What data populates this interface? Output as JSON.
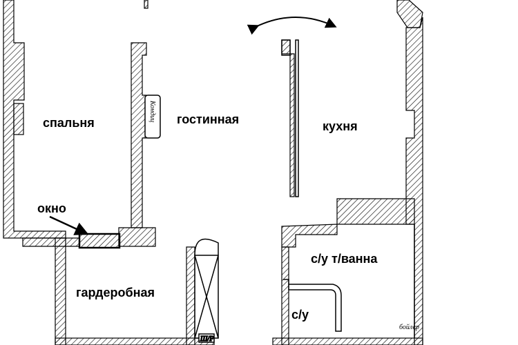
{
  "plan": {
    "rooms": {
      "bedroom": "спальня",
      "living_room": "гостинная",
      "kitchen": "кухня",
      "wardrobe": "гардеробная",
      "bathroom_tub": "с/у т/ванна",
      "toilet": "с/у"
    },
    "window_label": "окно",
    "ac_label": "Кондиц",
    "shaft_label": "Ш/Р",
    "boiler_label": "бойлер"
  },
  "colors": {
    "wall_stroke": "#000000",
    "wall_hatch": "#000000",
    "background": "#ffffff"
  }
}
